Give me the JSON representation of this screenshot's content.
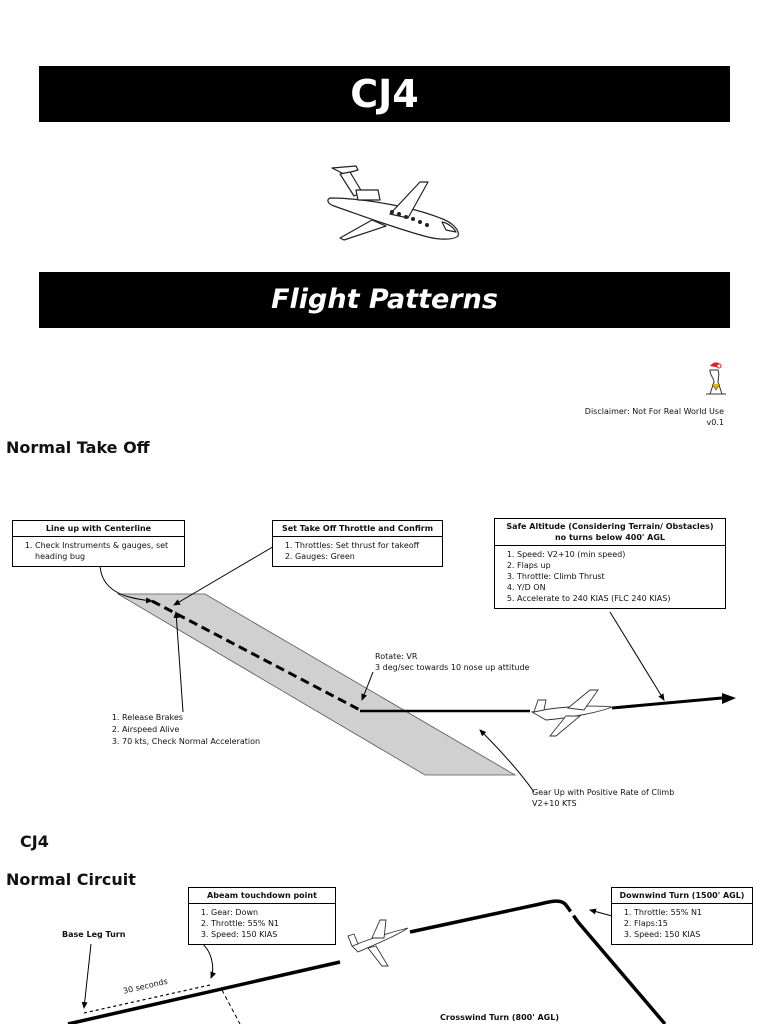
{
  "header": {
    "title": "CJ4",
    "subtitle": "Flight Patterns"
  },
  "disclaimer": {
    "text": "Disclaimer: Not For Real World Use",
    "version": "v0.1"
  },
  "takeoff": {
    "heading": "Normal Take Off",
    "lineup": {
      "title": "Line up with Centerline",
      "items": [
        "Check Instruments & gauges, set heading bug"
      ]
    },
    "settakeoff": {
      "title": "Set Take Off Throttle and Confirm",
      "items": [
        "Throttles: Set thrust for takeoff",
        "Gauges: Green"
      ]
    },
    "safealt": {
      "title": "Safe Altitude (Considering Terrain/ Obstacles)",
      "subtitle": "no turns below 400' AGL",
      "items": [
        "Speed: V2+10 (min speed)",
        "Flaps up",
        "Throttle: Climb Thrust",
        "Y/D ON",
        "Accelerate to 240 KIAS (FLC 240 KIAS)"
      ]
    },
    "brakes": {
      "items": [
        "Release Brakes",
        "Airspeed Alive",
        "70 kts, Check Normal Acceleration"
      ]
    },
    "rotate": {
      "line1": "Rotate: VR",
      "line2": "3 deg/sec towards 10 nose up attitude"
    },
    "gearup": {
      "line1": "Gear Up with Positive Rate of Climb",
      "line2": "V2+10 KTS"
    }
  },
  "circuit": {
    "aircraft_label": "CJ4",
    "heading": "Normal Circuit",
    "abeam": {
      "title": "Abeam touchdown point",
      "items": [
        "Gear: Down",
        "Throttle: 55% N1",
        "Speed: 150 KIAS"
      ]
    },
    "downwind": {
      "title": "Downwind Turn (1500' AGL)",
      "items": [
        "Throttle: 55% N1",
        "Flaps:15",
        "Speed: 150 KIAS"
      ]
    },
    "base_leg": "Base Leg Turn",
    "seconds": "30 seconds",
    "crosswind": "Crosswind Turn (800' AGL)"
  }
}
